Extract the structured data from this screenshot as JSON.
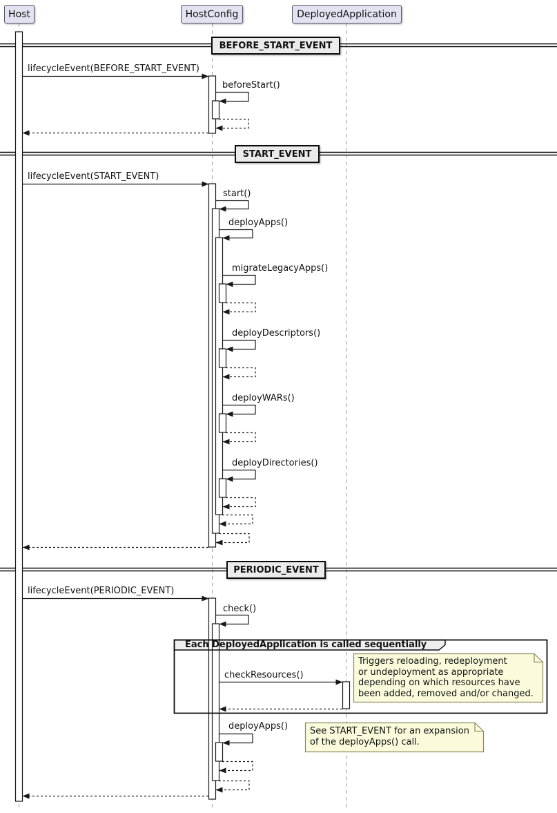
{
  "participants": [
    {
      "name": "Host"
    },
    {
      "name": "HostConfig"
    },
    {
      "name": "DeployedApplication"
    }
  ],
  "dividers": [
    {
      "label": "BEFORE_START_EVENT"
    },
    {
      "label": "START_EVENT"
    },
    {
      "label": "PERIODIC_EVENT"
    }
  ],
  "messages": {
    "lifecycle_before_start": "lifecycleEvent(BEFORE_START_EVENT)",
    "before_start": "beforeStart()",
    "lifecycle_start": "lifecycleEvent(START_EVENT)",
    "start": "start()",
    "deploy_apps": "deployApps()",
    "migrate_legacy_apps": "migrateLegacyApps()",
    "deploy_descriptors": "deployDescriptors()",
    "deploy_wars": "deployWARs()",
    "deploy_directories": "deployDirectories()",
    "lifecycle_periodic": "lifecycleEvent(PERIODIC_EVENT)",
    "check": "check()",
    "check_resources": "checkResources()",
    "deploy_apps_periodic": "deployApps()"
  },
  "group": {
    "label": "Each DeployedApplication is called sequentially"
  },
  "notes": {
    "check_resources": [
      "Triggers reloading, redeployment",
      "or undeployment as appropriate",
      "depending on which resources have",
      "been added, removed and/or changed."
    ],
    "deploy_apps": [
      "See START_EVENT for an expansion",
      "of the deployApps() call."
    ]
  },
  "colors": {
    "participant_fill": "#E2E2F0",
    "divider_fill": "#EBEBEB",
    "group_header_fill": "#EEEEEE",
    "note_fill": "#FBFBDC",
    "note_border": "#8A8A60",
    "line": "#181818",
    "lifeline": "#999999"
  }
}
